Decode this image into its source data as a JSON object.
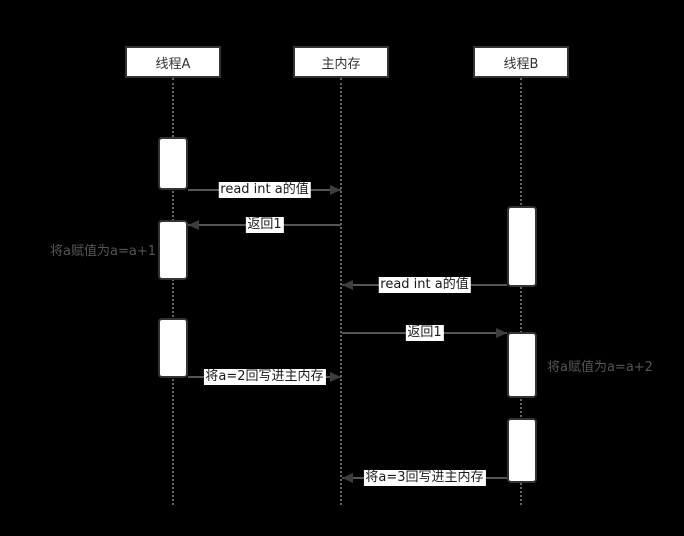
{
  "diagram": {
    "type": "sequence-diagram",
    "lifelines": [
      {
        "id": "thread-a",
        "label": "线程A"
      },
      {
        "id": "main-memory",
        "label": "主内存"
      },
      {
        "id": "thread-b",
        "label": "线程B"
      }
    ],
    "messages": [
      {
        "from": "线程A",
        "to": "主内存",
        "direction": "right",
        "label": "read int a的值"
      },
      {
        "from": "主内存",
        "to": "线程A",
        "direction": "left",
        "label": "返回1"
      },
      {
        "from": "线程B",
        "to": "主内存",
        "direction": "left",
        "label": "read int a的值"
      },
      {
        "from": "主内存",
        "to": "线程B",
        "direction": "right",
        "label": "返回1"
      },
      {
        "from": "线程A",
        "to": "主内存",
        "direction": "right",
        "label": "将a=2回写进主内存"
      },
      {
        "from": "线程B",
        "to": "主内存",
        "direction": "left",
        "label": "将a=3回写进主内存"
      }
    ],
    "notes": [
      {
        "attached_to": "线程A",
        "side": "left",
        "label": "将a赋值为a=a+1"
      },
      {
        "attached_to": "线程B",
        "side": "right",
        "label": "将a赋值为a=a+2"
      }
    ],
    "colors": {
      "background": "#000000",
      "box_fill": "#ffffff",
      "box_border": "#333333",
      "box_text": "#333333",
      "arrow_line": "#555555",
      "arrowhead": "#3d3d3d",
      "lifeline": "#666666",
      "message_label_bg": "#ffffff",
      "message_label_text": "#1a1a1a",
      "note_text": "#555555"
    }
  }
}
